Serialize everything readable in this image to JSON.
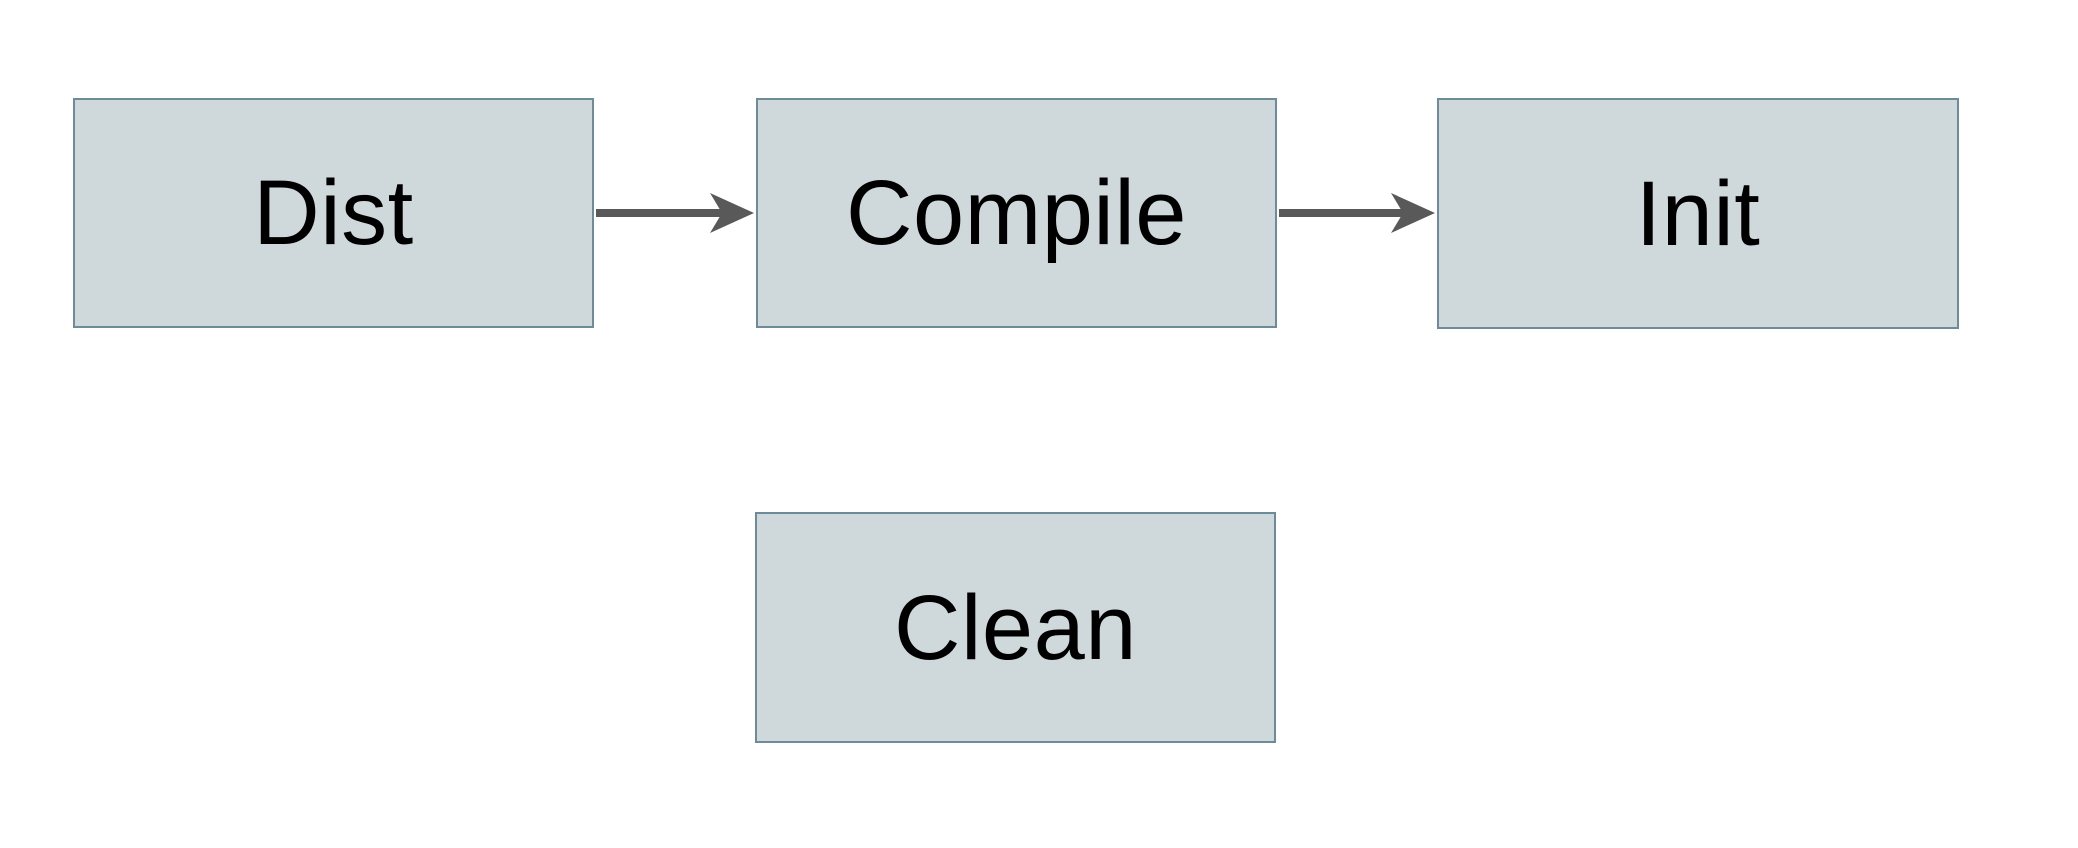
{
  "diagram": {
    "type": "flowchart",
    "nodes": [
      {
        "id": "dist",
        "label": "Dist"
      },
      {
        "id": "compile",
        "label": "Compile"
      },
      {
        "id": "init",
        "label": "Init"
      },
      {
        "id": "clean",
        "label": "Clean"
      }
    ],
    "edges": [
      {
        "from": "dist",
        "to": "compile",
        "direction": "right"
      },
      {
        "from": "compile",
        "to": "init",
        "direction": "right"
      }
    ],
    "colors": {
      "background": "#ffffff",
      "node_fill": "#cfd8da",
      "node_border": "#6d8b99",
      "node_text": "#000000",
      "arrow": "#595959"
    }
  }
}
